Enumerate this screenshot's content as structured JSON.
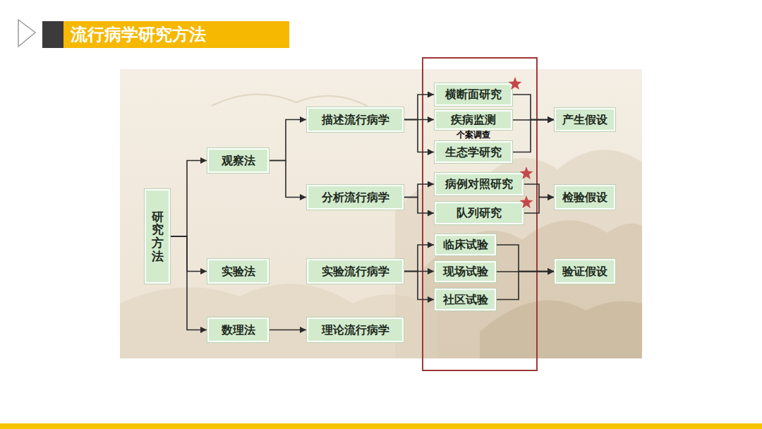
{
  "diagram": {
    "title": "流行病学研究方法",
    "nodes": [
      {
        "text": [
          "研究方法"
        ]
      },
      {
        "text": [
          "观察法"
        ]
      },
      {
        "text": [
          "实验法"
        ]
      },
      {
        "text": [
          "数理法"
        ]
      },
      {
        "text": [
          "描述流行病学"
        ]
      },
      {
        "text": [
          "分析流行病学"
        ]
      },
      {
        "text": [
          "实验流行病学"
        ]
      },
      {
        "text": [
          "理论流行病学"
        ]
      },
      {
        "text": [
          "横断面研究"
        ]
      },
      {
        "text": [
          "疾病监测"
        ]
      },
      {
        "text": [
          "生态学研究"
        ]
      },
      {
        "text": [
          "病例对照研究"
        ]
      },
      {
        "text": [
          "队列研究"
        ]
      },
      {
        "text": [
          "临床试验"
        ]
      },
      {
        "text": [
          "现场试验"
        ]
      },
      {
        "text": [
          "社区试验"
        ]
      },
      {
        "text": [
          "产生假设"
        ]
      },
      {
        "text": [
          "检验假设"
        ]
      },
      {
        "text": [
          "验证假设"
        ]
      }
    ],
    "edges": [
      {
        "from": 0,
        "to": 1,
        "arrow": "to"
      },
      {
        "from": 0,
        "to": 2,
        "arrow": "to"
      },
      {
        "from": 0,
        "to": 3,
        "arrow": "to"
      },
      {
        "from": 1,
        "to": 4,
        "arrow": "to"
      },
      {
        "from": 1,
        "to": 5,
        "arrow": "to"
      },
      {
        "from": 4,
        "to": 8,
        "arrow": "to"
      },
      {
        "from": 4,
        "to": 9,
        "arrow": "to"
      },
      {
        "from": 4,
        "to": 10,
        "arrow": "to"
      },
      {
        "from": 5,
        "to": 11,
        "arrow": "to"
      },
      {
        "from": 5,
        "to": 12,
        "arrow": "to"
      },
      {
        "from": 6,
        "to": 13,
        "arrow": "to"
      },
      {
        "from": 6,
        "to": 14,
        "arrow": "to"
      },
      {
        "from": 6,
        "to": 15,
        "arrow": "to"
      },
      {
        "from": 3,
        "to": 7,
        "arrow": "to"
      },
      {
        "from": 8,
        "to": 16,
        "arrow": "to"
      },
      {
        "from": 9,
        "to": 16,
        "arrow": "to"
      },
      {
        "from": 10,
        "to": 16,
        "arrow": "to"
      },
      {
        "from": 11,
        "to": 17,
        "arrow": "to"
      },
      {
        "from": 12,
        "to": 17,
        "arrow": "to"
      },
      {
        "from": 13,
        "to": 18,
        "arrow": "to"
      },
      {
        "from": 14,
        "to": 18,
        "arrow": "to"
      },
      {
        "from": 15,
        "to": 18,
        "arrow": "to"
      }
    ],
    "labels": [
      "个案调查"
    ]
  }
}
